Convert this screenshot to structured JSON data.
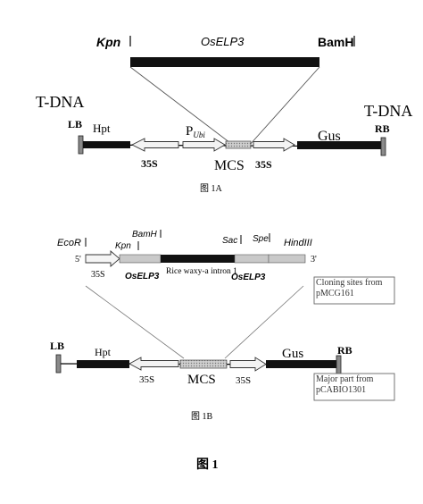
{
  "fig_a": {
    "kpn": "Kpn",
    "insert": "OsELP3",
    "bamh": "BamH",
    "tdna_left": "T-DNA",
    "tdna_right": "T-DNA",
    "lb": "LB",
    "rb": "RB",
    "hpt": "Hpt",
    "pubi_p": "P",
    "pubi_sub": "Ubi",
    "gus": "Gus",
    "p35s_left": "35S",
    "mcs": "MCS",
    "p35s_right": "35S",
    "caption": "图 1A"
  },
  "fig_b": {
    "ecor": "EcoR",
    "kpn": "Kpn",
    "bamh": "BamH",
    "sac": "Sac",
    "spe": "Spe",
    "hind": "HindIII",
    "five_prime": "5'",
    "three_prime": "3'",
    "p35s_top": "35S",
    "osleft": "OsELP3",
    "intron": "Rice waxy-a intron 1",
    "osright": "OsELP3",
    "cloning_note": "Cloning sites from pMCG161",
    "lb": "LB",
    "rb": "RB",
    "hpt": "Hpt",
    "gus": "Gus",
    "p35s_left": "35S",
    "mcs": "MCS",
    "p35s_right": "35S",
    "major_note": "Major part from pCABIO1301",
    "caption": "图 1B"
  },
  "figure_caption": "图 1"
}
